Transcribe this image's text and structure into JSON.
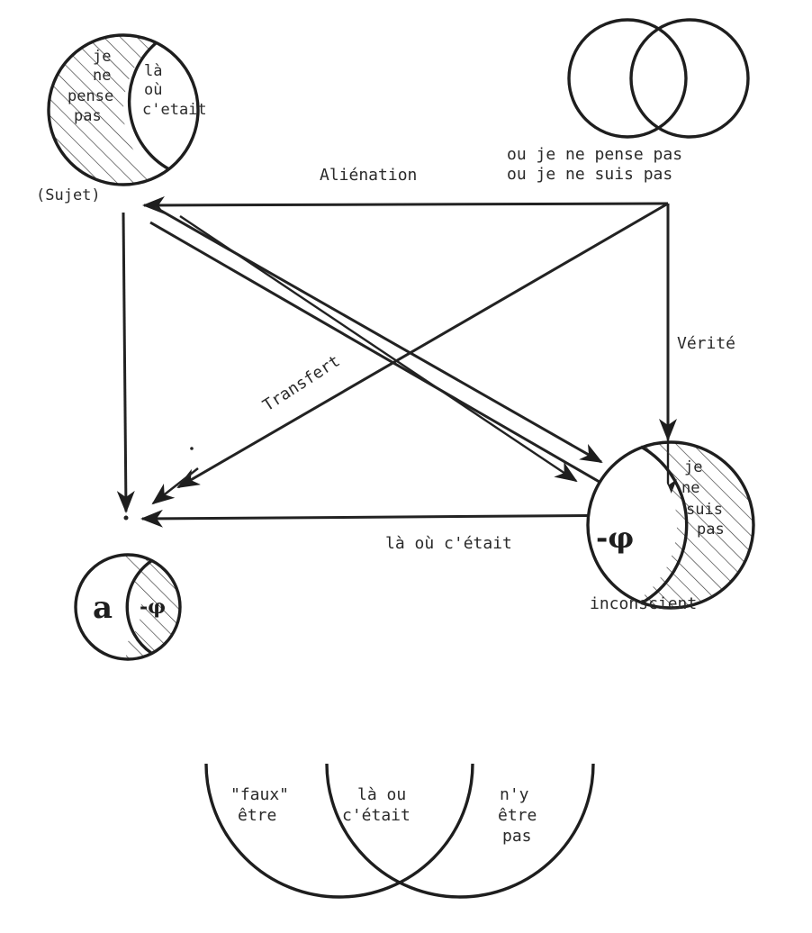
{
  "diagram": {
    "sujet_circle": {
      "left_text": [
        "je",
        "ne",
        "pense",
        "pas"
      ],
      "right_text": [
        "là",
        "où",
        "c'etait"
      ],
      "label": "(Sujet)"
    },
    "vel_circles": {
      "caption": [
        "ou je ne pense pas",
        "ou je ne suis pas"
      ]
    },
    "edges": {
      "alienation": "Aliénation",
      "verite": "Vérité",
      "transfert": "Transfert",
      "la_ou_cetait": "là où c'était"
    },
    "inconscient_circle": {
      "right_text": [
        "je",
        "ne",
        "suis",
        "pas"
      ],
      "left_text": "-φ",
      "label": "inconscient"
    },
    "objet_circle": {
      "left_text": "a",
      "right_text": "-φ"
    },
    "bottom_arcs": {
      "left_text": [
        "\"faux\"",
        "être"
      ],
      "middle_text": [
        "là ou",
        "c'était"
      ],
      "right_text": [
        "n'y",
        "être",
        "pas"
      ]
    }
  }
}
